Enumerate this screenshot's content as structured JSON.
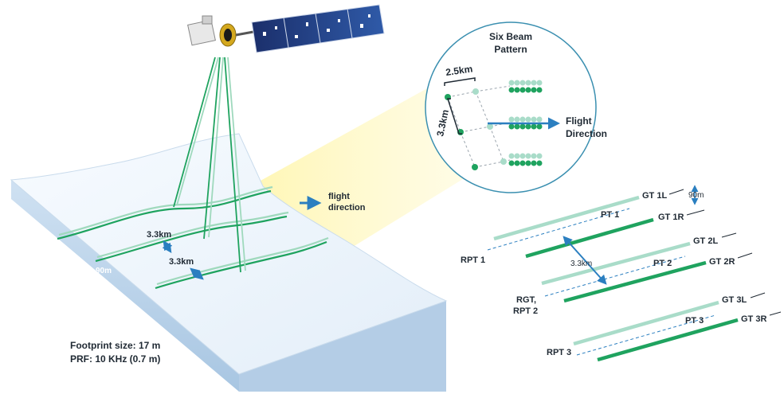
{
  "inset": {
    "title_line1": "Six Beam",
    "title_line2": "Pattern",
    "along_spacing": "2.5km",
    "across_spacing": "3.3km",
    "flight_line1": "Flight",
    "flight_line2": "Direction"
  },
  "surface": {
    "flight_line1": "flight",
    "flight_line2": "direction",
    "pair_spacing_1": "3.3km",
    "pair_spacing_2": "3.3km",
    "beam_width": "90m",
    "footprint": "Footprint size: 17 m",
    "prf": "PRF: 10 KHz (0.7 m)"
  },
  "tracks": {
    "beam_width": "90m",
    "pair_spacing": "3.3km",
    "pairs": [
      {
        "weak": "GT 1L",
        "strong": "GT 1R",
        "pt": "PT 1",
        "rpt": "RPT 1"
      },
      {
        "weak": "GT 2L",
        "strong": "GT 2R",
        "pt": "PT 2",
        "rpt_line1": "RGT,",
        "rpt_line2": "RPT 2"
      },
      {
        "weak": "GT 3L",
        "strong": "GT 3R",
        "pt": "PT 3",
        "rpt": "RPT 3"
      }
    ]
  },
  "colors": {
    "strong_beam": "#1fa35f",
    "weak_beam": "#a9dcc9",
    "arrow": "#2b7fc0",
    "ice_top": "#eef5fb",
    "ice_side": "#b9d3ea",
    "cone": "#fff6b8"
  }
}
